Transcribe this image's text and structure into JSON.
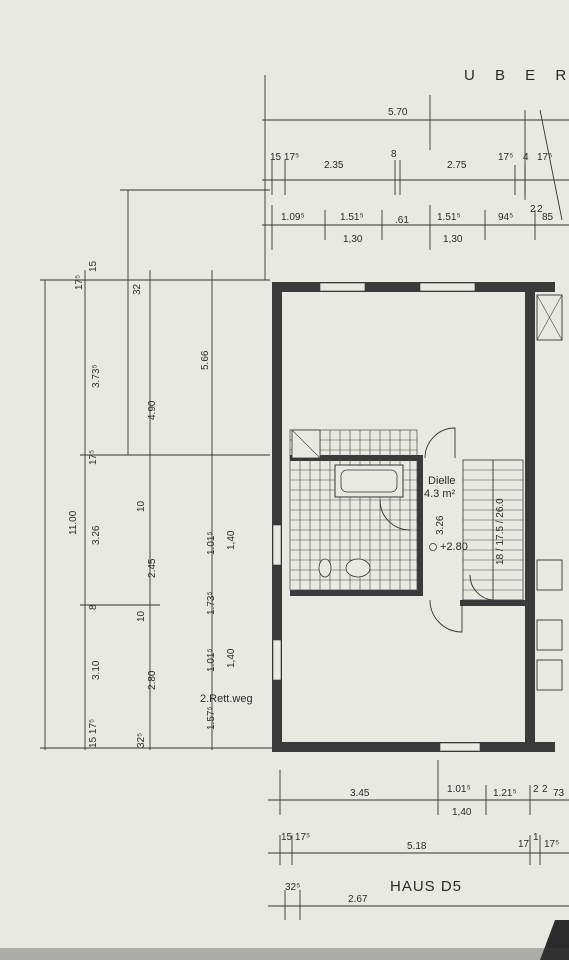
{
  "header": {
    "title_fragment": "U B E R"
  },
  "house_label": "HAUS D5",
  "room_dielle": {
    "name": "Dielle",
    "area": "4.3 m²"
  },
  "escape_route": "2.Rett.weg",
  "stair_level": "+2.80",
  "stair_info": "18 / 17.5 / 26.0",
  "top_dims": {
    "overall": "5.70",
    "row1": [
      "15 17⁵",
      "2.35",
      "8",
      "2.75",
      "17⁵",
      "4",
      "17⁵"
    ],
    "row2_top": [
      "1.09⁵",
      "1.51⁵",
      ".61",
      "1.51⁵",
      "94⁵",
      "2",
      "2",
      "85"
    ],
    "row2_bottom": [
      "1,30",
      "1,30"
    ]
  },
  "left_dims": {
    "overall": "11.00",
    "col1": [
      "17⁵",
      "15",
      "3.73⁵",
      "17⁵",
      "3.26",
      "8",
      "3.10",
      "15 17⁵"
    ],
    "col2": [
      "32",
      "4.90",
      "10",
      "2.45",
      "10",
      "2.80",
      "32⁵"
    ],
    "col3": [
      "5.66",
      "1.01⁵",
      "1,40",
      "1.73⁵",
      "1.01⁵",
      "1,40",
      "1.57⁵"
    ]
  },
  "inner_dims": {
    "dielle_depth": "3.26"
  },
  "bottom_dims": {
    "row1": [
      "3.45",
      "1.01⁵",
      "1,40",
      "1.21⁵",
      "2",
      "2",
      "73"
    ],
    "row2": [
      "15 17⁵",
      "5.18",
      "17",
      "1",
      "17⁵"
    ],
    "row3": [
      "32⁵",
      "2.67"
    ]
  }
}
